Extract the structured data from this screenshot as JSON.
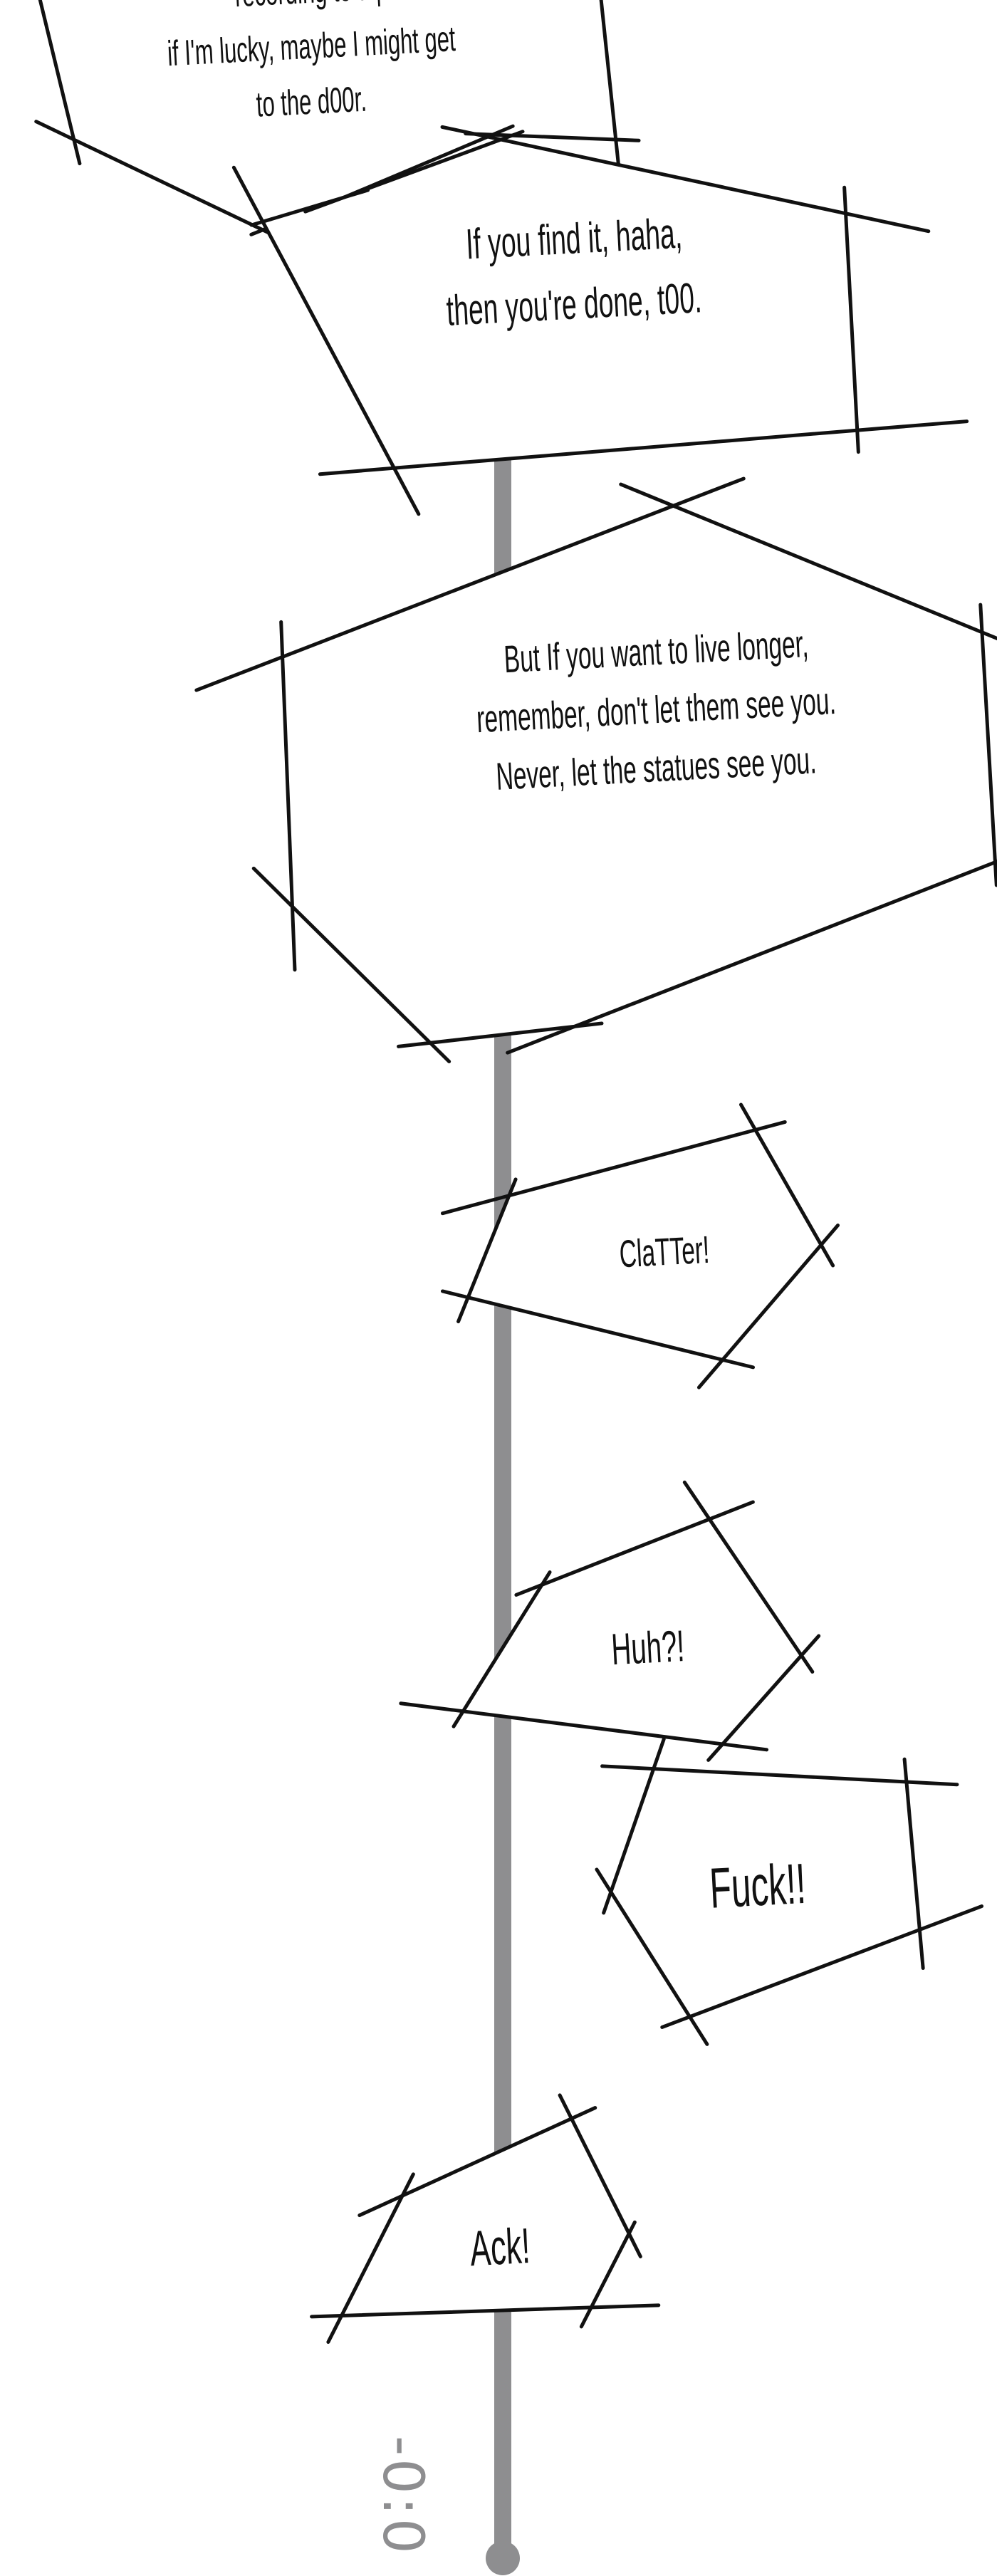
{
  "bubbles": [
    {
      "lines": [
        "recording to a p",
        "if I'm lucky, maybe I might get",
        "to the d00r."
      ]
    },
    {
      "lines": [
        "If you find it, haha,",
        "then you're done, t00."
      ]
    },
    {
      "lines": [
        "But If you want to live longer,",
        "remember, don't let them see you.",
        "Never, let the statues see you."
      ]
    },
    {
      "lines": [
        "ClaTTer!"
      ]
    },
    {
      "lines": [
        "Huh?!"
      ]
    },
    {
      "lines": [
        "Fuck!!"
      ]
    },
    {
      "lines": [
        "Ack!"
      ]
    }
  ],
  "timeline": {
    "time_label": "-0:0"
  },
  "colors": {
    "timeline": "#8e8e90",
    "ink": "#111111"
  }
}
